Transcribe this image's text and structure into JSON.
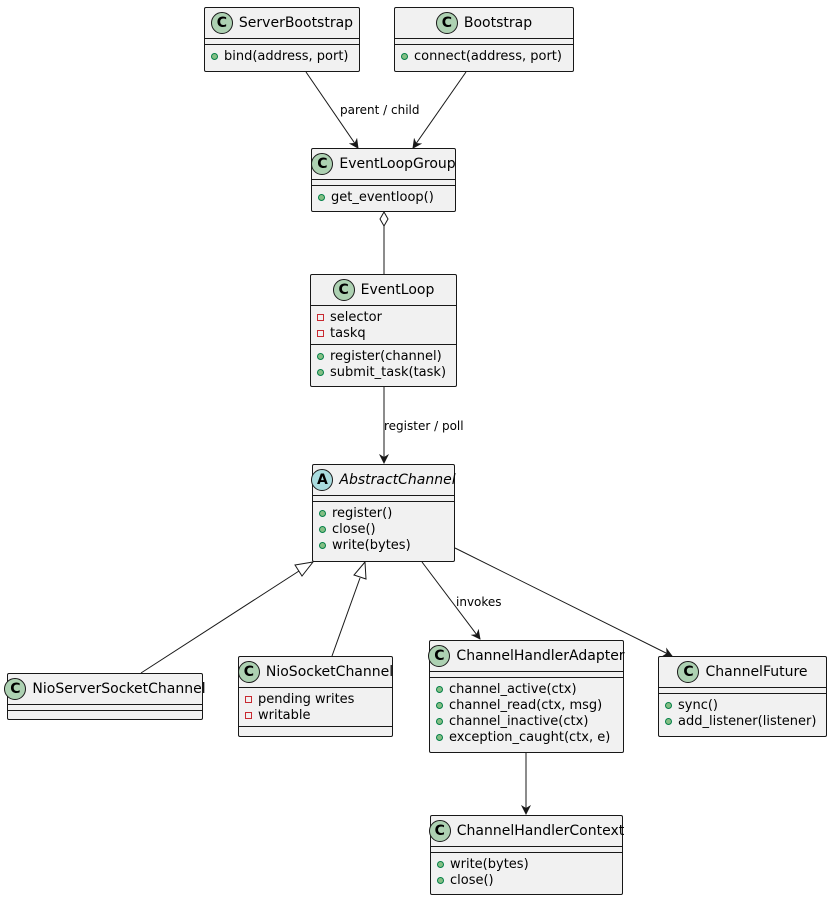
{
  "classes": {
    "serverbootstrap": {
      "name": "ServerBootstrap",
      "stereotype": "C",
      "methods": [
        {
          "vis": "public",
          "text": "bind(address, port)"
        }
      ]
    },
    "bootstrap": {
      "name": "Bootstrap",
      "stereotype": "C",
      "methods": [
        {
          "vis": "public",
          "text": "connect(address, port)"
        }
      ]
    },
    "eventloopgroup": {
      "name": "EventLoopGroup",
      "stereotype": "C",
      "methods": [
        {
          "vis": "public",
          "text": "get_eventloop()"
        }
      ]
    },
    "eventloop": {
      "name": "EventLoop",
      "stereotype": "C",
      "fields": [
        {
          "vis": "private",
          "text": "selector"
        },
        {
          "vis": "private",
          "text": "taskq"
        }
      ],
      "methods": [
        {
          "vis": "public",
          "text": "register(channel)"
        },
        {
          "vis": "public",
          "text": "submit_task(task)"
        }
      ]
    },
    "abstractchannel": {
      "name": "AbstractChannel",
      "stereotype": "A",
      "methods": [
        {
          "vis": "public",
          "text": "register()"
        },
        {
          "vis": "public",
          "text": "close()"
        },
        {
          "vis": "public",
          "text": "write(bytes)"
        }
      ]
    },
    "nioserversocketchannel": {
      "name": "NioServerSocketChannel",
      "stereotype": "C"
    },
    "niosocketchannel": {
      "name": "NioSocketChannel",
      "stereotype": "C",
      "fields": [
        {
          "vis": "private",
          "text": "pending writes"
        },
        {
          "vis": "private",
          "text": "writable"
        }
      ]
    },
    "channelhandleradapter": {
      "name": "ChannelHandlerAdapter",
      "stereotype": "C",
      "methods": [
        {
          "vis": "public",
          "text": "channel_active(ctx)"
        },
        {
          "vis": "public",
          "text": "channel_read(ctx, msg)"
        },
        {
          "vis": "public",
          "text": "channel_inactive(ctx)"
        },
        {
          "vis": "public",
          "text": "exception_caught(ctx, e)"
        }
      ]
    },
    "channelfuture": {
      "name": "ChannelFuture",
      "stereotype": "C",
      "methods": [
        {
          "vis": "public",
          "text": "sync()"
        },
        {
          "vis": "public",
          "text": "add_listener(listener)"
        }
      ]
    },
    "channelhandlercontext": {
      "name": "ChannelHandlerContext",
      "stereotype": "C",
      "methods": [
        {
          "vis": "public",
          "text": "write(bytes)"
        },
        {
          "vis": "public",
          "text": "close()"
        }
      ]
    }
  },
  "relations": [
    {
      "from": "serverbootstrap",
      "to": "eventloopgroup",
      "kind": "association",
      "label": "parent / child"
    },
    {
      "from": "bootstrap",
      "to": "eventloopgroup",
      "kind": "association"
    },
    {
      "from": "eventloopgroup",
      "to": "eventloop",
      "kind": "aggregation"
    },
    {
      "from": "eventloop",
      "to": "abstractchannel",
      "kind": "association",
      "label": "register / poll"
    },
    {
      "from": "nioserversocketchannel",
      "to": "abstractchannel",
      "kind": "inheritance"
    },
    {
      "from": "niosocketchannel",
      "to": "abstractchannel",
      "kind": "inheritance"
    },
    {
      "from": "abstractchannel",
      "to": "channelhandleradapter",
      "kind": "association",
      "label": "invokes"
    },
    {
      "from": "abstractchannel",
      "to": "channelfuture",
      "kind": "association"
    },
    {
      "from": "channelhandleradapter",
      "to": "channelhandlercontext",
      "kind": "association"
    }
  ],
  "labels": {
    "parent_child": "parent / child",
    "register_poll": "register / poll",
    "invokes": "invokes"
  }
}
